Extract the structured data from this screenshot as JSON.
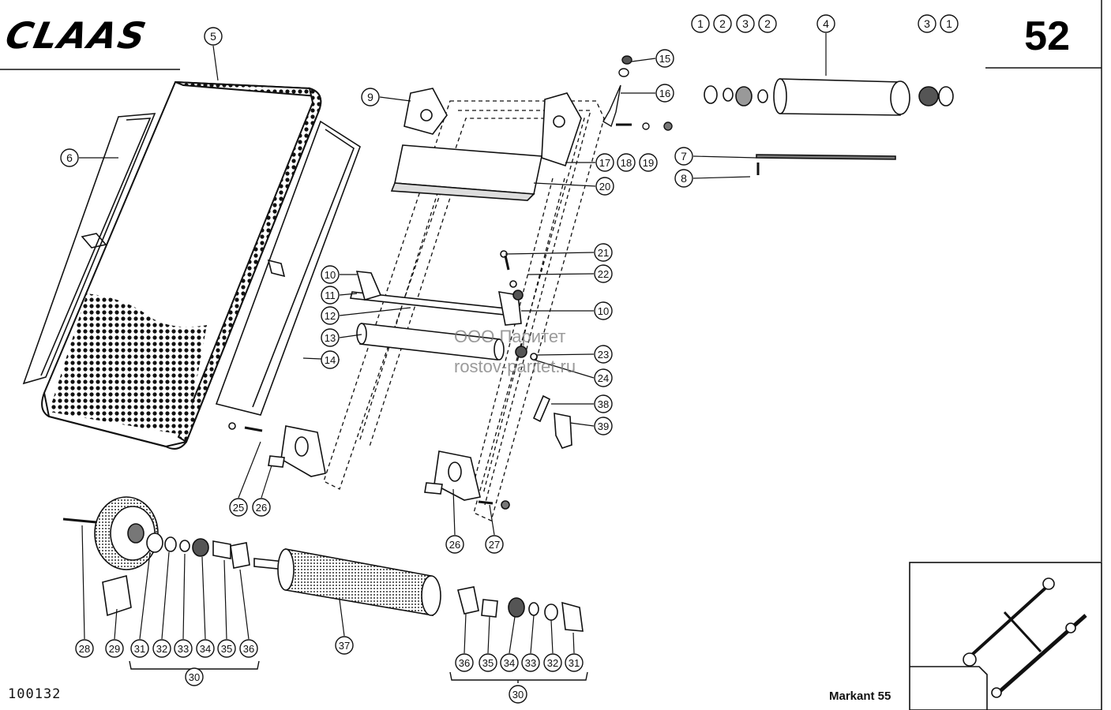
{
  "header": {
    "brand": "CLAAS",
    "page_number": "52"
  },
  "footer": {
    "document_number": "100132",
    "model": "Markant 55"
  },
  "watermark": {
    "line1": "ООО Паритет",
    "line2": "rostov-paritet.ru"
  },
  "callouts": [
    "1",
    "2",
    "3",
    "2",
    "4",
    "3",
    "1",
    "5",
    "6",
    "7",
    "8",
    "9",
    "10",
    "11",
    "12",
    "13",
    "14",
    "15",
    "16",
    "17",
    "18",
    "19",
    "20",
    "21",
    "22",
    "10",
    "23",
    "24",
    "38",
    "39",
    "25",
    "26",
    "26",
    "27",
    "28",
    "29",
    "31",
    "32",
    "33",
    "34",
    "35",
    "36",
    "37",
    "36",
    "35",
    "34",
    "33",
    "32",
    "31",
    "30",
    "30"
  ],
  "colors": {
    "ink": "#111111",
    "paper": "#ffffff",
    "watermark": "#8a8a8a"
  }
}
